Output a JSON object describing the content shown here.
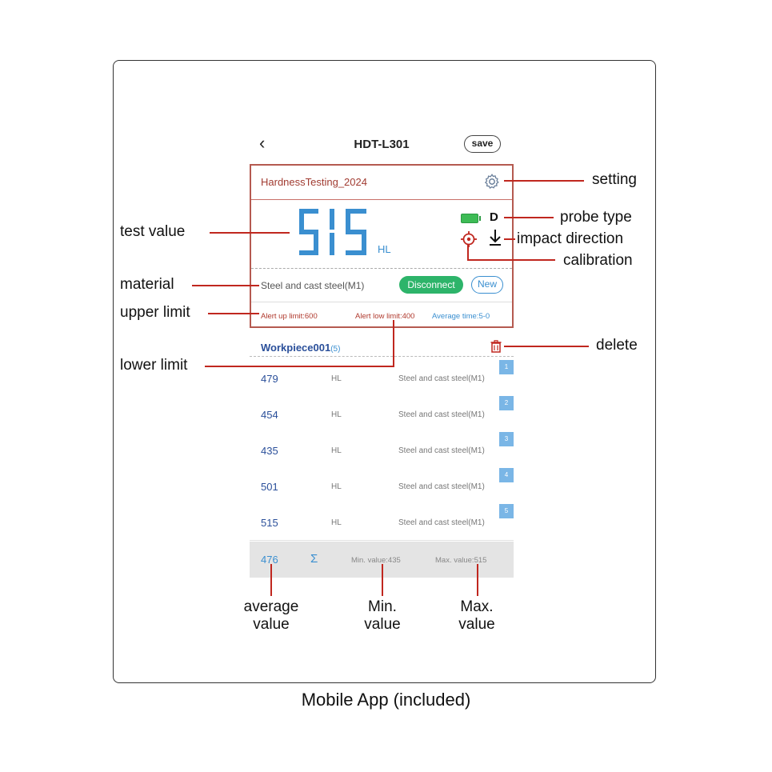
{
  "app": {
    "back_icon": "chevron-left-icon",
    "title": "HDT-L301",
    "save_label": "save"
  },
  "panel": {
    "project_name": "HardnessTesting_2024",
    "test_value": "515",
    "unit": "HL",
    "probe_type": "D",
    "material": "Steel and cast steel(M1)",
    "disconnect_label": "Disconnect",
    "new_label": "New",
    "alert_up": "Alert up limit:600",
    "alert_low": "Alert low limit:400",
    "average_time": "Average time:5-0"
  },
  "workpiece": {
    "name": "Workpiece001",
    "count": "(5)"
  },
  "measurements": [
    {
      "value": "479",
      "unit": "HL",
      "material": "Steel and cast steel(M1)",
      "index": "1"
    },
    {
      "value": "454",
      "unit": "HL",
      "material": "Steel and cast steel(M1)",
      "index": "2"
    },
    {
      "value": "435",
      "unit": "HL",
      "material": "Steel and cast steel(M1)",
      "index": "3"
    },
    {
      "value": "501",
      "unit": "HL",
      "material": "Steel and cast steel(M1)",
      "index": "4"
    },
    {
      "value": "515",
      "unit": "HL",
      "material": "Steel and cast steel(M1)",
      "index": "5"
    }
  ],
  "summary": {
    "average": "476",
    "min": "Min. value:435",
    "max": "Max. value:515"
  },
  "annotations": {
    "setting": "setting",
    "probe_type": "probe type",
    "impact_direction": "impact direction",
    "calibration": "calibration",
    "test_value": "test value",
    "material": "material",
    "upper_limit": "upper limit",
    "lower_limit": "lower limit",
    "delete": "delete",
    "average_value_1": "average",
    "average_value_2": "value",
    "min_value_1": "Min.",
    "min_value_2": "value",
    "max_value_1": "Max.",
    "max_value_2": "value"
  },
  "caption": "Mobile App (included)",
  "colors": {
    "accent_red": "#b55a50",
    "annotation_red": "#c0271f",
    "digit_blue": "#3a8fd0",
    "connect_green": "#2db46a"
  }
}
